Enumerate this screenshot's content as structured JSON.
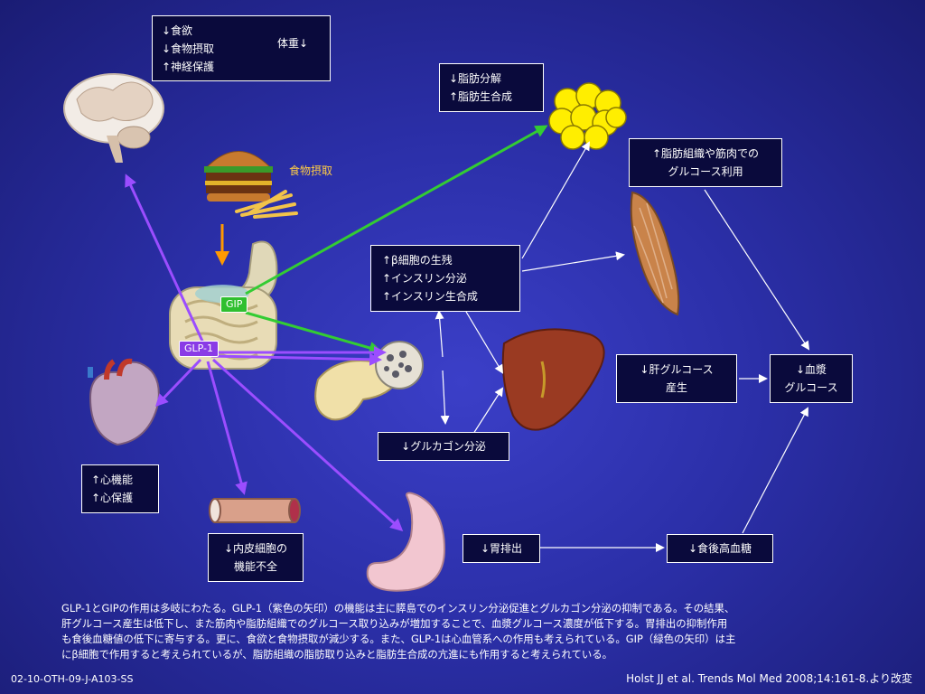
{
  "appetite_box": {
    "lines": [
      "↓食欲",
      "↓食物摂取",
      "↑神経保護"
    ],
    "result": "体重↓"
  },
  "food_label": "食物摂取",
  "gip_tag": "GIP",
  "glp1_tag": "GLP-1",
  "fat_box": {
    "lines": [
      "↓脂肪分解",
      "↑脂肪生合成"
    ]
  },
  "glucose_use_box": {
    "lines": [
      "↑脂肪組織や筋肉での",
      "グルコース利用"
    ]
  },
  "beta_box": {
    "lines": [
      "↑β細胞の生残",
      "↑インスリン分泌",
      "↑インスリン生合成"
    ]
  },
  "liver_box": {
    "lines": [
      "↓肝グルコース",
      "産生"
    ]
  },
  "plasma_box": {
    "lines": [
      "↓血漿",
      "グルコース"
    ]
  },
  "glucagon_box": {
    "text": "↓グルカゴン分泌"
  },
  "heart_box": {
    "lines": [
      "↑心機能",
      "↑心保護"
    ]
  },
  "endo_box": {
    "lines": [
      "↓内皮細胞の",
      "機能不全"
    ]
  },
  "gastric_box": {
    "text": "↓胃排出"
  },
  "postprandial_box": {
    "text": "↓食後高血糖"
  },
  "caption_lines": [
    "GLP-1とGIPの作用は多岐にわたる。GLP-1（紫色の矢印）の機能は主に膵島でのインスリン分泌促進とグルカゴン分泌の抑制である。その結果、",
    "肝グルコース産生は低下し、また筋肉や脂肪組織でのグルコース取り込みが増加することで、血漿グルコース濃度が低下する。胃排出の抑制作用",
    "も食後血糖値の低下に寄与する。更に、食欲と食物摂取が減少する。また、GLP-1は心血管系への作用も考えられている。GIP（緑色の矢印）は主",
    "にβ細胞で作用すると考えられているが、脂肪組織の脂肪取り込みと脂肪生合成の亢進にも作用すると考えられている。"
  ],
  "slide_code": "02-10-OTH-09-J-A103-SS",
  "reference": "Holst JJ et al. Trends Mol Med 2008;14:161-8.より改変",
  "colors": {
    "glp1_arrow": "#9b4dff",
    "gip_arrow": "#33cc33",
    "food_arrow": "#ff9900",
    "white_arrow": "#ffffff",
    "box_bg": "#0a0a3c"
  }
}
